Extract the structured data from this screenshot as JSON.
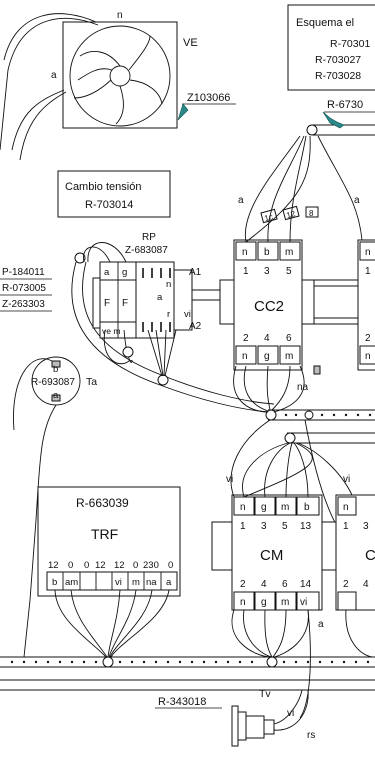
{
  "title": {
    "line1": "Esquema el",
    "refs": [
      "R-70301",
      "R-703027",
      "R-703028"
    ]
  },
  "fan": {
    "code": "VE",
    "ref": "Z103066",
    "wire_n": "n",
    "wire_a": "a"
  },
  "tube_ref": "R-6730",
  "cambio": {
    "line1": "Cambio tensión",
    "line2": "R-703014"
  },
  "rp": {
    "title": "RP",
    "ref": "Z-683087",
    "a1": "A1",
    "a2": "A2",
    "pins": {
      "a": "a",
      "g": "g",
      "n": "n",
      "F1": "F",
      "F2": "F",
      "vem": "ve m",
      "r": "r",
      "vi": "vi",
      "a2": "a"
    }
  },
  "left_refs": [
    "P-184011",
    "R-073005",
    "Z-263303"
  ],
  "ta": {
    "ref": "R-693087",
    "label": "Ta",
    "b": "b",
    "a": "a"
  },
  "cc2": {
    "name": "CC2",
    "top_terms": [
      "n",
      "b",
      "m"
    ],
    "top_nums": [
      "1",
      "3",
      "5"
    ],
    "bot_nums": [
      "2",
      "4",
      "6"
    ],
    "bot_terms": [
      "n",
      "g",
      "m"
    ]
  },
  "cc2_wires": {
    "a_left": "a",
    "a_right": "a",
    "s1": "1c",
    "s2": "12",
    "s3": "8",
    "na": "na"
  },
  "cm": {
    "name": "CM",
    "top_terms": [
      "n",
      "g",
      "m",
      "b"
    ],
    "top_nums": [
      "1",
      "3",
      "5",
      "13"
    ],
    "bot_nums": [
      "2",
      "4",
      "6",
      "14"
    ],
    "bot_terms": [
      "n",
      "g",
      "m",
      "vi"
    ],
    "wire_a": "a"
  },
  "cm_wires": {
    "vi_left": "vi",
    "vi_right": "vi"
  },
  "right_clipped": {
    "cc_top": [
      "n",
      "1"
    ],
    "cc_bot": [
      "2",
      "n"
    ],
    "cm_top": [
      "n",
      "1",
      "3"
    ],
    "cm_bot": [
      "2",
      "4"
    ],
    "cm_letter": "C"
  },
  "trf": {
    "ref": "R-663039",
    "name": "TRF",
    "values": [
      "12",
      "0",
      "0",
      "12",
      "12",
      "0",
      "230",
      "0"
    ],
    "terms": [
      "b",
      "am",
      "",
      "",
      "vi",
      "m",
      "na",
      "a"
    ]
  },
  "tv": {
    "ref": "R-343018",
    "label": "Tv",
    "vi": "vi",
    "rs": "rs"
  }
}
